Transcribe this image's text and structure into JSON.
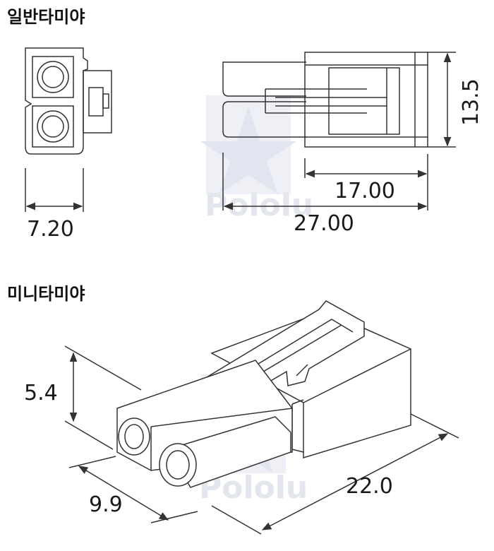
{
  "headings": {
    "standard": "일반타미야",
    "mini": "미니타미야"
  },
  "dimensions": {
    "standard_width": "7.20",
    "standard_height": "13.5",
    "standard_inner_length": "17.00",
    "standard_total_length": "27.00",
    "mini_height": "5.4",
    "mini_width": "9.9",
    "mini_length": "22.0"
  },
  "watermark": {
    "text": "Pololu"
  },
  "colors": {
    "line": "#333333",
    "text": "#1a1a1a",
    "watermark": "#e4e6ee"
  }
}
